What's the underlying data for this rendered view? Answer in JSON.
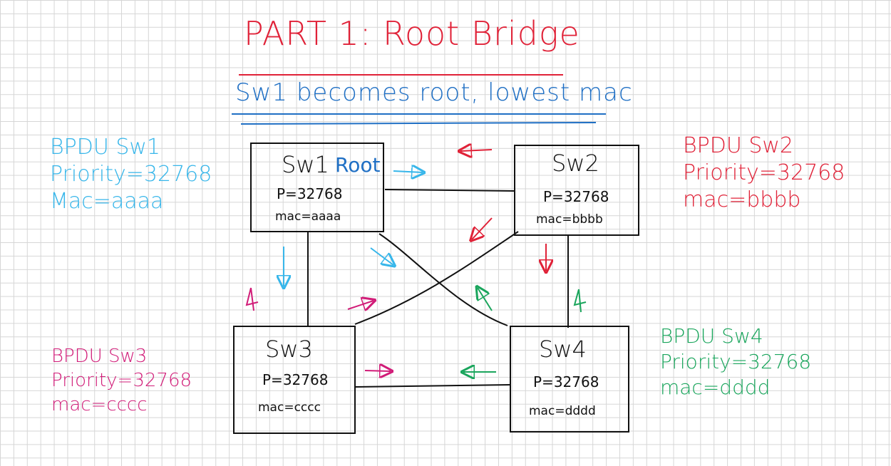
{
  "title": "PART 1: Root Bridge",
  "subtitle": "Sw1 becomes root, lowest mac",
  "colors": {
    "sw1": "#37b6ea",
    "sw2": "#e02238",
    "sw3": "#d11c78",
    "sw4": "#1aa55c",
    "title": "#e02238",
    "subtitle": "#1f6fc4"
  },
  "switches": [
    {
      "name": "Sw1",
      "tag": "Root",
      "priority": "P=32768",
      "mac": "mac=aaaa"
    },
    {
      "name": "Sw2",
      "priority": "P=32768",
      "mac": "mac=bbbb"
    },
    {
      "name": "Sw3",
      "priority": "P=32768",
      "mac": "mac=cccc"
    },
    {
      "name": "Sw4",
      "priority": "P=32768",
      "mac": "mac=dddd"
    }
  ],
  "bpdus": [
    {
      "title": "BPDU Sw1",
      "priority": "Priority=32768",
      "mac": "Mac=aaaa"
    },
    {
      "title": "BPDU Sw2",
      "priority": "Priority=32768",
      "mac": "mac=bbbb"
    },
    {
      "title": "BPDU Sw3",
      "priority": "Priority=32768",
      "mac": "mac=cccc"
    },
    {
      "title": "BPDU Sw4",
      "priority": "Priority=32768",
      "mac": "mac=dddd"
    }
  ]
}
